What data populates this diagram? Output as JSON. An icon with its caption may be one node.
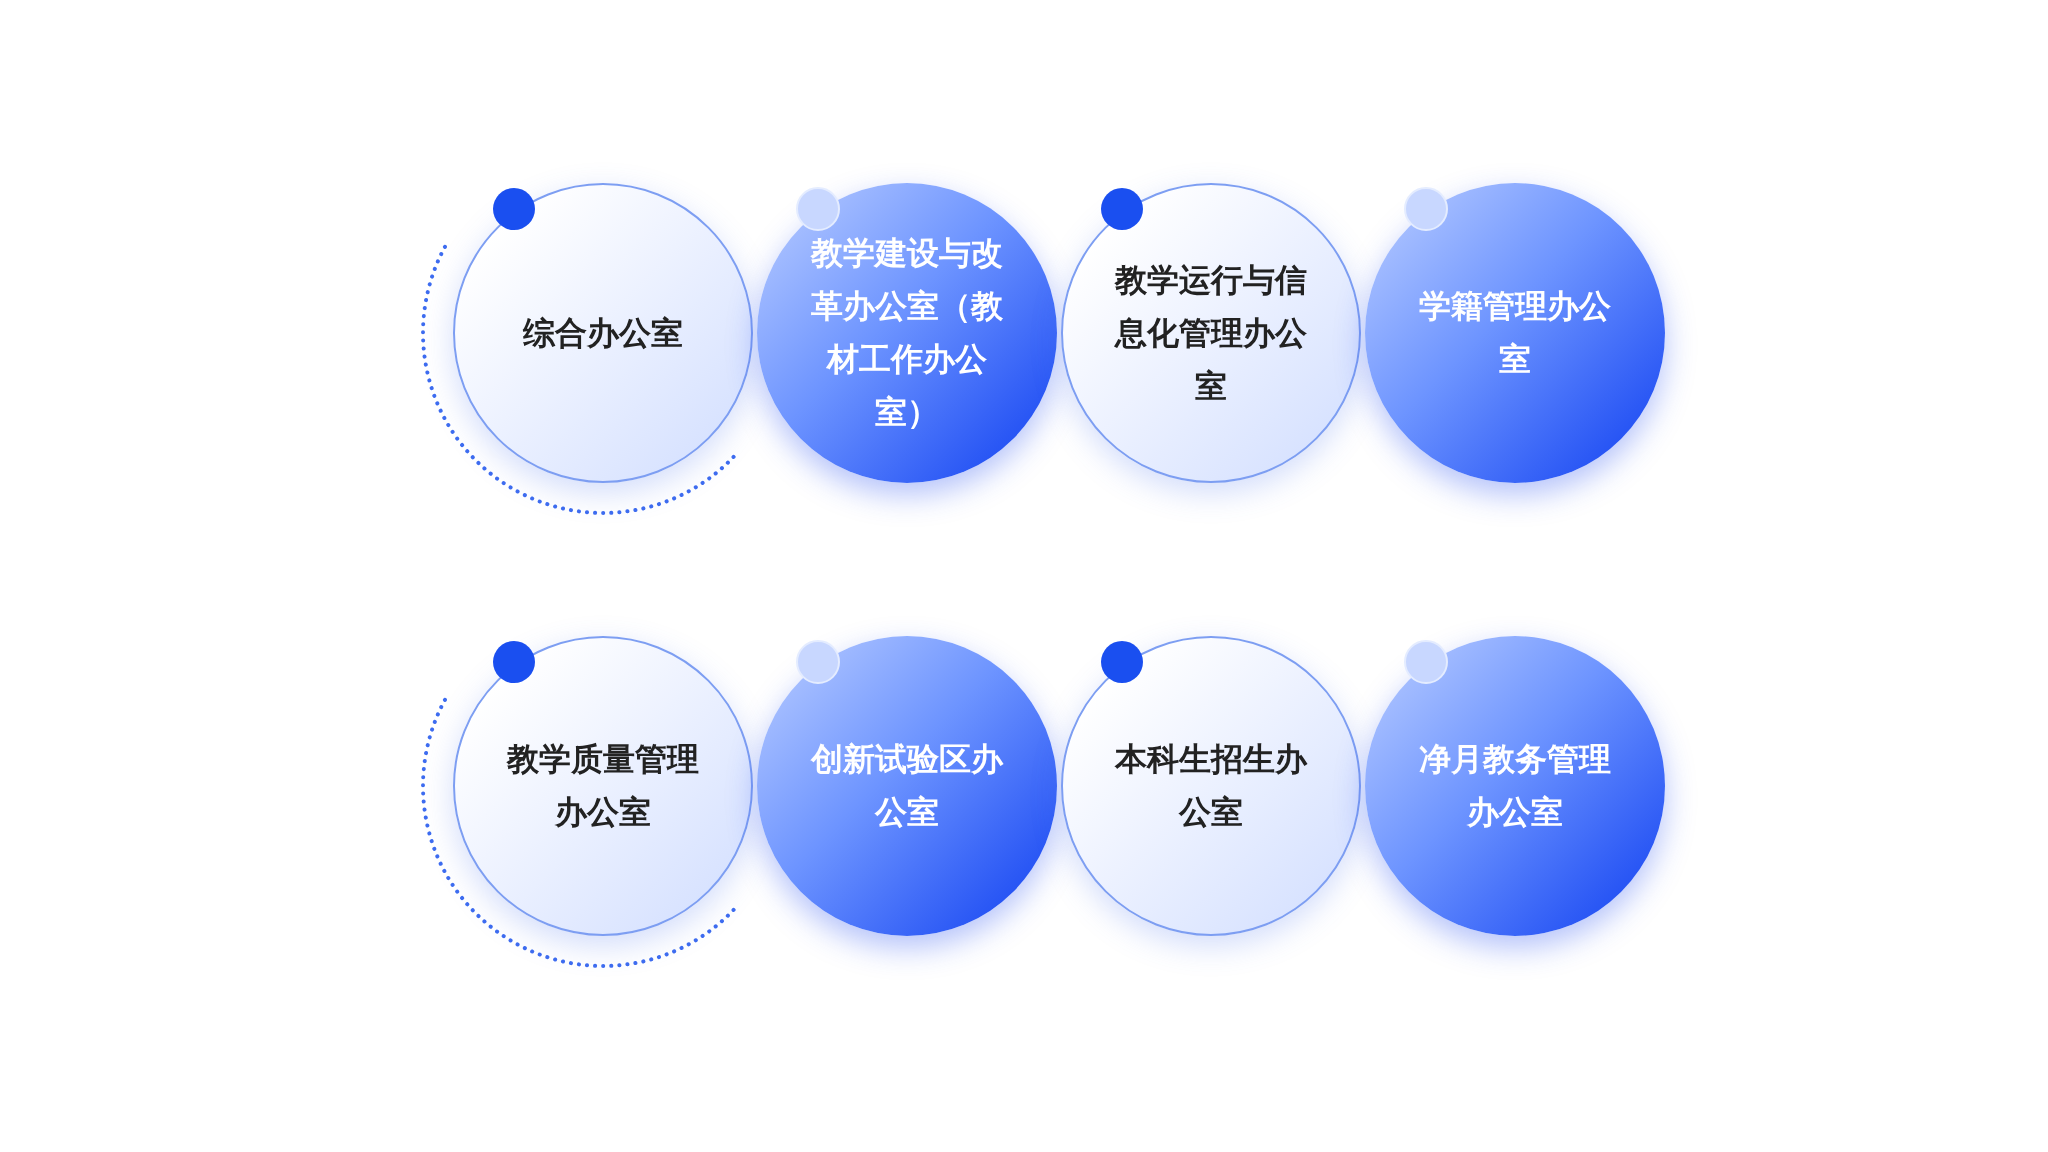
{
  "diagram": {
    "nodes": [
      {
        "text": [
          "综合办公室"
        ]
      },
      {
        "text": [
          "教学建设与改革办公室（教材工作办公室）"
        ]
      },
      {
        "text": [
          "教学运行与信息化管理办公室"
        ]
      },
      {
        "text": [
          "学籍管理办公室"
        ]
      },
      {
        "text": [
          "教学质量管理办公室"
        ]
      },
      {
        "text": [
          "创新试验区办公室"
        ]
      },
      {
        "text": [
          "本科生招生办公室"
        ]
      },
      {
        "text": [
          "净月教务管理办公室"
        ]
      }
    ]
  }
}
